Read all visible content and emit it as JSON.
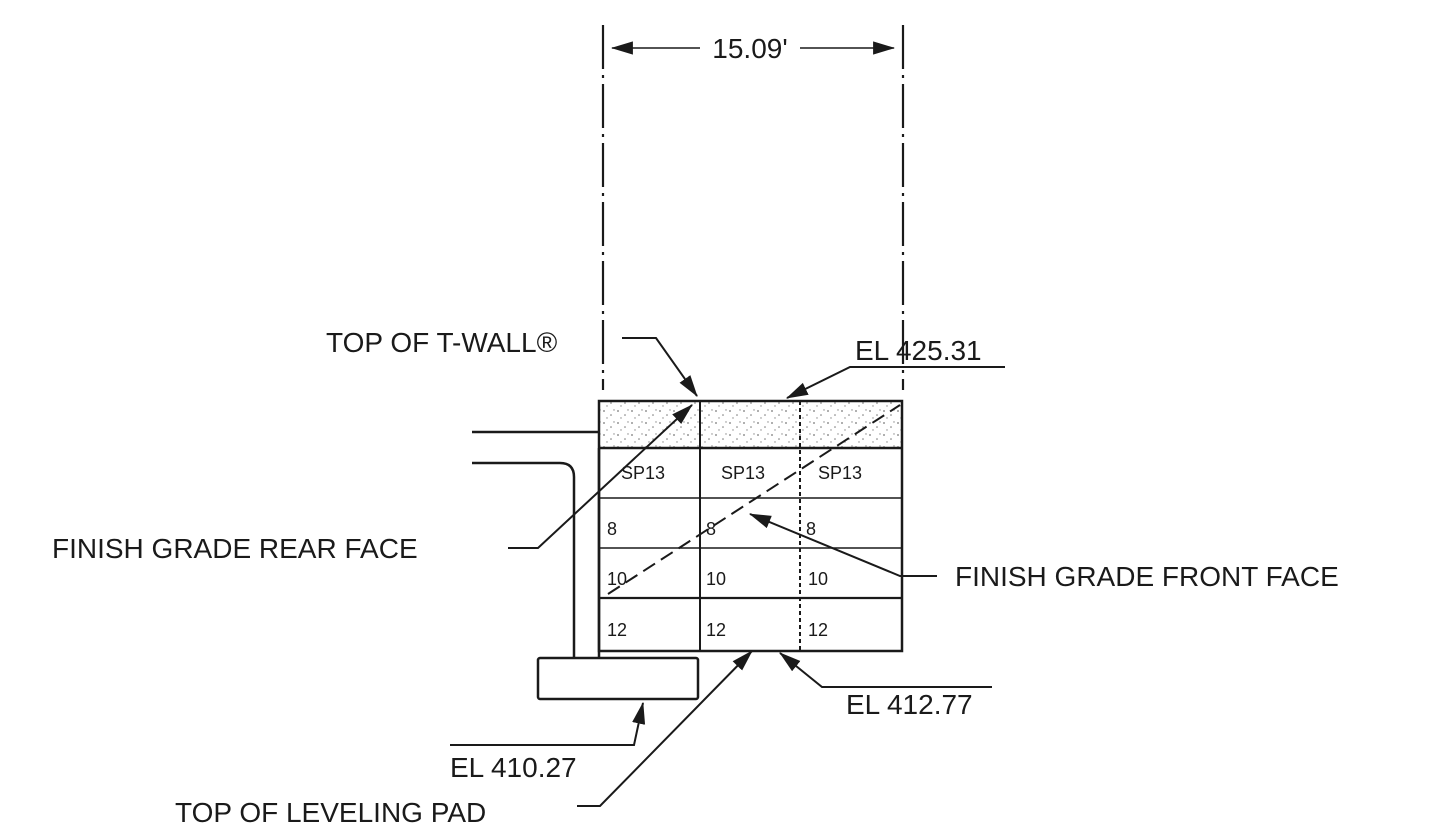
{
  "dimension": {
    "width_label": "15.09'"
  },
  "labels": {
    "top_of_twall": "TOP OF T-WALL®",
    "el_top": "EL 425.31",
    "finish_grade_rear": "FINISH GRADE REAR FACE",
    "finish_grade_front": "FINISH GRADE FRONT FACE",
    "el_wall_base": "EL 412.77",
    "el_pad": "EL 410.27",
    "top_of_leveling_pad": "TOP OF LEVELING PAD"
  },
  "wall_cells": {
    "row_sp": [
      "SP13",
      "SP13",
      "SP13"
    ],
    "row_8": [
      "8",
      "8",
      "8"
    ],
    "row_10": [
      "10",
      "10",
      "10"
    ],
    "row_12": [
      "12",
      "12",
      "12"
    ]
  },
  "colors": {
    "ink": "#1a1a1a",
    "stipple": "#777777"
  }
}
